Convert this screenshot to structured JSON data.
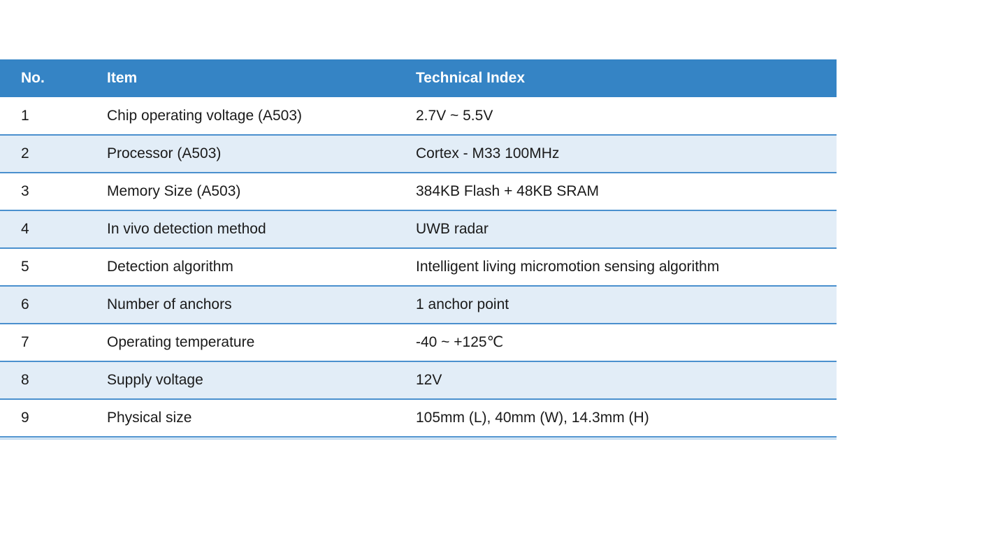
{
  "colors": {
    "page_bg": "#ffffff",
    "header_bg": "#3584c5",
    "header_text": "#ffffff",
    "row_bg": "#ffffff",
    "row_alt_bg": "#e2edf7",
    "divider": "#4a90ce",
    "bottom_accent": "#bcd8f0",
    "body_text": "#1a1a1a"
  },
  "table": {
    "columns": [
      {
        "key": "no",
        "label": "No."
      },
      {
        "key": "item",
        "label": "Item"
      },
      {
        "key": "index",
        "label": "Technical Index"
      }
    ],
    "rows": [
      {
        "no": "1",
        "item": "Chip operating voltage (A503)",
        "index": "2.7V ~ 5.5V"
      },
      {
        "no": "2",
        "item": "Processor (A503)",
        "index": "Cortex - M33 100MHz"
      },
      {
        "no": "3",
        "item": "Memory Size (A503)",
        "index": "384KB Flash + 48KB SRAM"
      },
      {
        "no": "4",
        "item": "In vivo detection method",
        "index": "UWB radar"
      },
      {
        "no": "5",
        "item": "Detection algorithm",
        "index": "Intelligent living micromotion sensing algorithm"
      },
      {
        "no": "6",
        "item": "Number of anchors",
        "index": "1 anchor point"
      },
      {
        "no": "7",
        "item": "Operating temperature",
        "index": "-40 ~ +125℃"
      },
      {
        "no": "8",
        "item": "Supply voltage",
        "index": "12V"
      },
      {
        "no": "9",
        "item": "Physical size",
        "index": "105mm (L), 40mm (W), 14.3mm (H)"
      }
    ]
  }
}
